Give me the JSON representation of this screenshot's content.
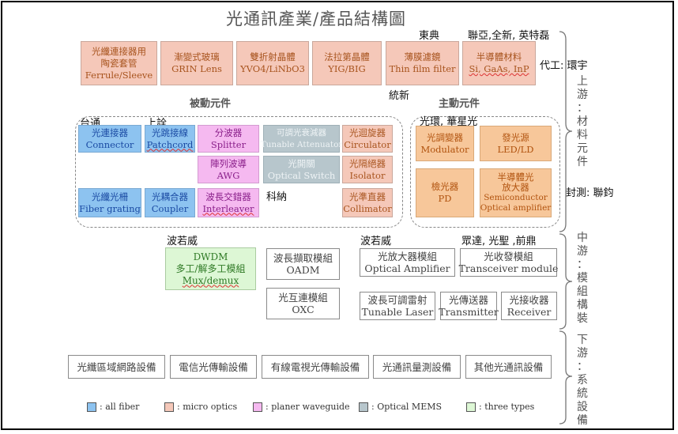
{
  "title": "光通訊產業/產品結構圖",
  "sections": {
    "passive": "被動元件",
    "active": "主動元件"
  },
  "tiers": {
    "upstream": [
      "上",
      "游",
      "：",
      "材",
      "料",
      "元",
      "件"
    ],
    "midstream": [
      "中",
      "游",
      "：",
      "模",
      "組",
      "構",
      "裝"
    ],
    "downstream": [
      "下",
      "游",
      "：",
      "系",
      "統",
      "設",
      "備"
    ]
  },
  "materials": [
    {
      "zh": "光纖連接器用陶瓷套管",
      "zh1": "光纖連接器用",
      "zh2": "陶瓷套管",
      "en": "Ferrule/Sleeve"
    },
    {
      "zh1": "漸變式玻璃",
      "en": "GRIN Lens"
    },
    {
      "zh1": "雙折射晶體",
      "en": "YVO4/LiNbO3"
    },
    {
      "zh1": "法拉第晶體",
      "en": "YIG/BIG"
    },
    {
      "zh1": "薄膜濾鏡",
      "en": "Thin film filter"
    },
    {
      "zh1": "半導體材料",
      "en": "Si, GaAs, InP"
    }
  ],
  "passive": [
    {
      "zh": "光連接器",
      "en": "Connector"
    },
    {
      "zh": "光跳接線",
      "en": "Patchcord"
    },
    {
      "zh": "分波器",
      "en": "Splitter"
    },
    {
      "zh": "可調光衰減器",
      "en": "Tunable Attenuator"
    },
    {
      "zh": "光迴旋器",
      "en": "Circulator"
    },
    {
      "zh": "陣列波導",
      "en": "AWG"
    },
    {
      "zh": "光開關",
      "en": "Optical Switch"
    },
    {
      "zh": "光隔絕器",
      "en": "Isolator"
    },
    {
      "zh": "光纖光柵",
      "en": "Fiber grating"
    },
    {
      "zh": "光耦合器",
      "en": "Coupler"
    },
    {
      "zh": "波長交錯器",
      "en": "Interleaver"
    },
    {
      "zh": "光準直器",
      "en": "Collimator"
    }
  ],
  "active": [
    {
      "zh": "光調變器",
      "en": "Modulator"
    },
    {
      "zh": "發光源",
      "en": "LED/LD"
    },
    {
      "zh": "檢光器",
      "en": "PD"
    },
    {
      "zh1": "半導體光",
      "zh2": "放大器",
      "en1": "Semiconductor",
      "en2": "Optical amplifier"
    }
  ],
  "modules": [
    {
      "zh1": "DWDM",
      "zh2": "多工/解多工模組",
      "en": "Mux/demux"
    },
    {
      "zh": "波長擷取模組",
      "en": "OADM"
    },
    {
      "zh": "光互連模組",
      "en": "OXC"
    },
    {
      "zh": "光放大器模組",
      "en": "Optical Amplifier"
    },
    {
      "zh": "光收發模組",
      "en": "Transceiver module"
    },
    {
      "zh": "波長可調雷射",
      "en": "Tunable Laser"
    },
    {
      "zh": "光傳送器",
      "en": "Transmitter"
    },
    {
      "zh": "光接收器",
      "en": "Receiver"
    }
  ],
  "systems": [
    "光纖區域網路設備",
    "電信光傳輸設備",
    "有線電視光傳輸設備",
    "光通訊量測設備",
    "其他光通訊設備"
  ],
  "companies": {
    "dongdian": "東典",
    "lianya": "聯亞,全新, 英特磊",
    "daigong": "代工: 環宇",
    "tongxin": "統新",
    "taitong": "台通",
    "shangquan": "上詮",
    "guanghuan": "光環, 華星光",
    "fengce": "封測: 聯鈞",
    "kena": "科納",
    "boruowei1": "波若威",
    "boruowei2": "波若威",
    "zhongda": "眾達, 光聖 ,前鼎"
  },
  "legend": [
    {
      "color": "#8dc3f0",
      "label": ": all fiber"
    },
    {
      "color": "#f5c8b9",
      "label": ": micro optics"
    },
    {
      "color": "#f5b9f0",
      "label": ": planer waveguide"
    },
    {
      "color": "#b7c6cc",
      "label": ": Optical MEMS"
    },
    {
      "color": "#ddf7d5",
      "label": ": three types"
    }
  ]
}
